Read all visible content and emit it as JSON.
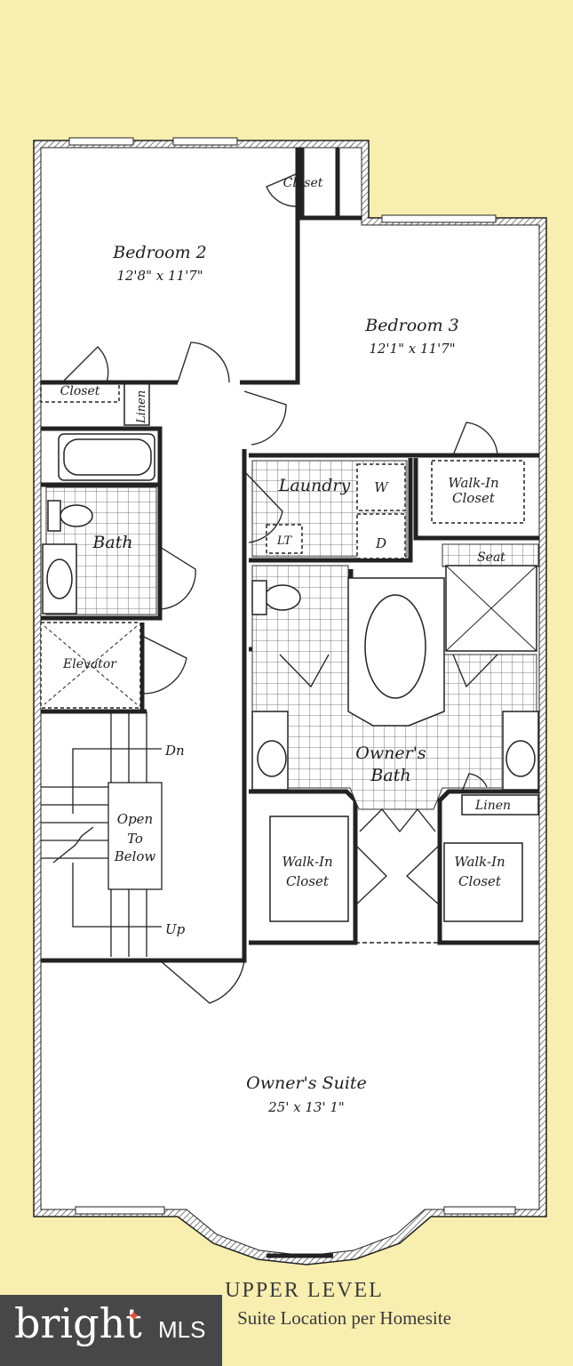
{
  "colors": {
    "background": "#f8eeb0",
    "floor": "#ffffff",
    "wall": "#2a2a2a",
    "tile": "#555555",
    "logo_bg": "#474747",
    "logo_accent": "#e0503a"
  },
  "rooms": {
    "bedroom2": {
      "name": "Bedroom 2",
      "dims": "12'8\" x 11'7\""
    },
    "bedroom3": {
      "name": "Bedroom 3",
      "dims": "12'1\" x 11'7\""
    },
    "closet_top": "Closet",
    "closet_left": "Closet",
    "linen_left": "Linen",
    "laundry": "Laundry",
    "washer": "W",
    "dryer": "D",
    "laundry_tub": "LT",
    "walkin_closet_upper": [
      "Walk-In",
      "Closet"
    ],
    "bath": "Bath",
    "seat": "Seat",
    "elevator": "Elevator",
    "owners_bath": [
      "Owner's",
      "Bath"
    ],
    "linen_right": "Linen",
    "stairs_dn": "Dn",
    "stairs_up": "Up",
    "open_to_below": [
      "Open",
      "To",
      "Below"
    ],
    "walkin_closet_left": [
      "Walk-In",
      "Closet"
    ],
    "walkin_closet_right": [
      "Walk-In",
      "Closet"
    ],
    "owners_suite": {
      "name": "Owner's Suite",
      "dims": "25' x 13' 1\""
    }
  },
  "caption": {
    "title": "UPPER LEVEL",
    "subtitle": "Suite Location per Homesite"
  },
  "logo": {
    "brand": "bright",
    "suffix": "MLS"
  }
}
